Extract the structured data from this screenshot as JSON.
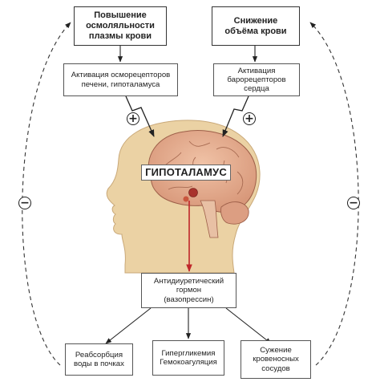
{
  "diagram": {
    "top_left_box": "Повышение\nосмоляльности\nплазмы крови",
    "top_right_box": "Снижение\nобъёма крови",
    "mid_left_box": "Активация осморецепторов\nпечени, гипоталамуса",
    "mid_right_box": "Активация\nбарорецепторов\nсердца",
    "hypothalamus_label": "ГИПОТАЛАМУС",
    "hormone_box": "Антидиуретический\nгормон\n(вазопрессин)",
    "effect_boxes": [
      "Реабсорбция\nводы в почках",
      "Гипергликемия\nГемокоагуляция",
      "Сужение\nкровеносных\nсосудов"
    ],
    "plus_sign": "+",
    "minus_sign": "−"
  },
  "colors": {
    "skin": "#ebd2a4",
    "brain": "#e4a88a",
    "hormone_arrow": "#c0262a",
    "nucleus": "#a8322c"
  }
}
